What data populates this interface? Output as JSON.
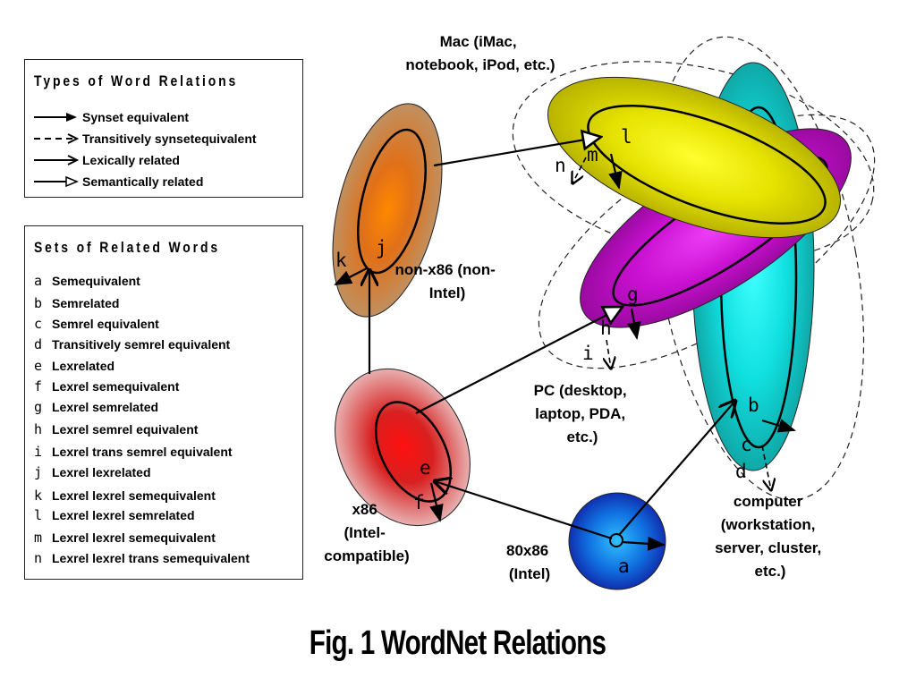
{
  "relation_types": {
    "title": "Types of Word Relations",
    "items": [
      {
        "label": "Synset equivalent",
        "style": "solid-filled-arrow"
      },
      {
        "label": "Transitively synsetequivalent",
        "style": "dashed-open-arrow"
      },
      {
        "label": "Lexically related",
        "style": "solid-open-arrow"
      },
      {
        "label": "Semantically related",
        "style": "solid-hollow-triangle"
      }
    ]
  },
  "related_sets": {
    "title": "Sets of Related Words",
    "items": [
      {
        "letter": "a",
        "label": "Semequivalent"
      },
      {
        "letter": "b",
        "label": "Semrelated"
      },
      {
        "letter": "c",
        "label": "Semrel equivalent"
      },
      {
        "letter": "d",
        "label": "Transitively semrel equivalent"
      },
      {
        "letter": "e",
        "label": "Lexrelated"
      },
      {
        "letter": "f",
        "label": "Lexrel semequivalent"
      },
      {
        "letter": "g",
        "label": "Lexrel semrelated"
      },
      {
        "letter": "h",
        "label": "Lexrel semrel equivalent"
      },
      {
        "letter": "i",
        "label": "Lexrel trans semrel equivalent"
      },
      {
        "letter": "j",
        "label": "Lexrel lexrelated"
      },
      {
        "letter": "k",
        "label": "Lexrel lexrel semequivalent"
      },
      {
        "letter": "l",
        "label": "Lexrel lexrel semrelated"
      },
      {
        "letter": "m",
        "label": "Lexrel lexrel semequivalent"
      },
      {
        "letter": "n",
        "label": "Lexrel lexrel trans semequivalent"
      }
    ]
  },
  "nodes": {
    "mac": {
      "lines": [
        "Mac (iMac,",
        "notebook, iPod, etc.)"
      ],
      "color": "#e8e400"
    },
    "non_x86": {
      "lines": [
        "non-x86 (non-",
        "Intel)"
      ],
      "color": "#f08010"
    },
    "pc": {
      "lines": [
        "PC (desktop,",
        "laptop, PDA,",
        "etc.)"
      ],
      "color": "#d010d8"
    },
    "computer": {
      "lines": [
        "computer",
        "(workstation,",
        "server, cluster,",
        "etc.)"
      ],
      "color": "#10e0e0"
    },
    "x86": {
      "lines": [
        "x86",
        "(Intel-",
        "compatible)"
      ],
      "color": "#e81010"
    },
    "intel_80x86": {
      "lines": [
        "80x86",
        "(Intel)"
      ],
      "color": "#1080f0"
    }
  },
  "caption": "Fig. 1 WordNet Relations"
}
